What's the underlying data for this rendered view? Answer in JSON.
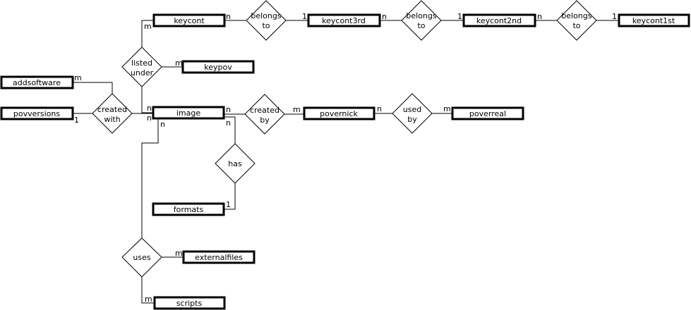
{
  "entities": {
    "keycont": "keycont",
    "keycont3rd": "keycont3rd",
    "keycont2nd": "keycont2nd",
    "keycont1st": "keycont1st",
    "keypov": "keypov",
    "addsoftware": "addsoftware",
    "povversions": "povversions",
    "image": "image",
    "povernick": "povernick",
    "poverreal": "poverreal",
    "formats": "formats",
    "externalfiles": "externalfiles",
    "scripts": "scripts"
  },
  "relationships": {
    "belongs_to_1": [
      "belongs",
      "to"
    ],
    "belongs_to_2": [
      "belongs",
      "to"
    ],
    "belongs_to_3": [
      "belongs",
      "to"
    ],
    "listed_under": [
      "listed",
      "under"
    ],
    "created_with": [
      "created",
      "with"
    ],
    "created_by": [
      "created",
      "by"
    ],
    "used_by": [
      "used",
      "by"
    ],
    "has": [
      "has"
    ],
    "uses": [
      "uses"
    ]
  },
  "cardinalities": {
    "keycont_belongs1": "n",
    "keycont3rd_belongs1": "1",
    "keycont3rd_belongs2": "n",
    "keycont2nd_belongs2": "1",
    "keycont2nd_belongs3": "n",
    "keycont1st_belongs3": "1",
    "keycont_listed": "m",
    "keypov_listed": "m",
    "image_listed": "n",
    "addsoftware_created": "m",
    "povversions_created": "1",
    "image_created_with": "n",
    "image_created_by": "n",
    "povernick_created_by": "m",
    "povernick_used_by": "n",
    "poverreal_used_by": "m",
    "image_has": "n",
    "formats_has": "1",
    "image_uses": "n",
    "externalfiles_uses": "m",
    "scripts_uses": "m"
  }
}
